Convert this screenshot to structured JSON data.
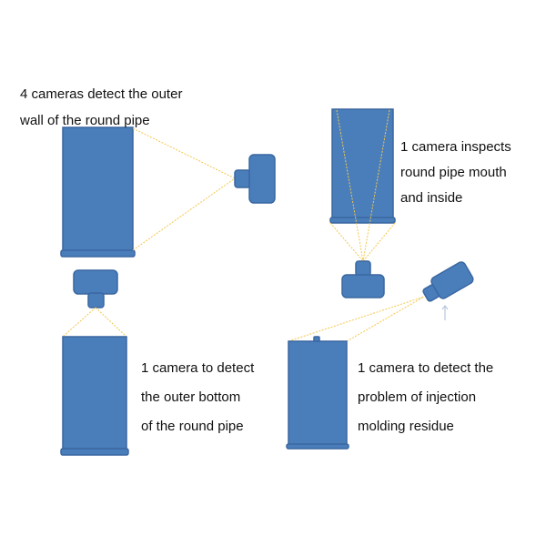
{
  "labels": {
    "outer_wall": [
      "4 cameras detect the outer",
      "wall of the round pipe"
    ],
    "mouth_inside": [
      "1 camera inspects",
      "round pipe mouth",
      "and inside"
    ],
    "outer_bottom": [
      "1 camera to detect",
      "the outer bottom",
      "of the round pipe"
    ],
    "injection_residue": [
      "1 camera to detect the",
      "problem of injection",
      "molding residue"
    ]
  },
  "colors": {
    "shape": "#4a7ebb",
    "outline": "#3a67a0",
    "ray": "#f3c74a",
    "arrow": "#b8c8dc"
  }
}
